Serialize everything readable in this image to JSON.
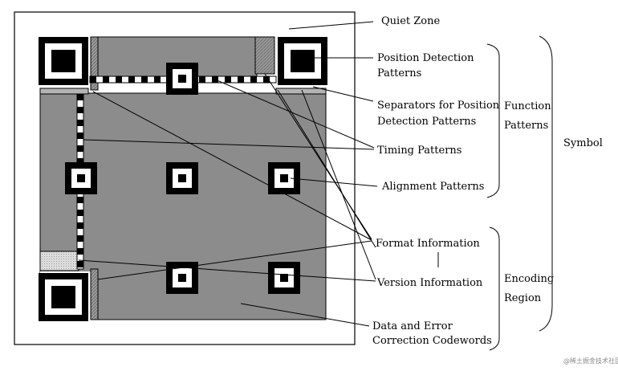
{
  "labels": {
    "quiet_zone": "Quiet Zone",
    "position_detection_1": "Position Detection",
    "position_detection_2": "Patterns",
    "separators_1": "Separators for Position",
    "separators_2": "Detection Patterns",
    "timing": "Timing Patterns",
    "alignment": "Alignment Patterns",
    "format": "Format Information",
    "version": "Version Information",
    "data_1": "Data and Error",
    "data_2": "Correction Codewords"
  },
  "groups": {
    "function_1": "Function",
    "function_2": "Patterns",
    "encoding_1": "Encoding",
    "encoding_2": "Region",
    "symbol": "Symbol"
  },
  "watermark": "@稀土掘金技术社区",
  "colors": {
    "region_gray": "#8c8c8c",
    "separator_gray": "#b4b4b4",
    "format_light": "#d4d4d4",
    "black": "#000000",
    "white": "#ffffff"
  }
}
